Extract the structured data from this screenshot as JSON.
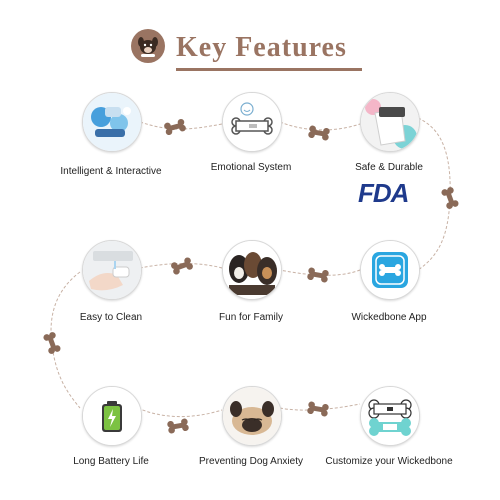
{
  "header": {
    "title": "Key Features"
  },
  "features": [
    {
      "label": "Intelligent & Interactive"
    },
    {
      "label": "Emotional System"
    },
    {
      "label": "Safe & Durable"
    },
    {
      "label": "Easy to Clean"
    },
    {
      "label": "Fun for Family"
    },
    {
      "label": "Wickedbone App"
    },
    {
      "label": "Long Battery Life"
    },
    {
      "label": "Preventing Dog Anxiety"
    },
    {
      "label": "Customize your Wickedbone"
    }
  ],
  "badge": {
    "text": "FDA"
  },
  "colors": {
    "accent": "#9a7462",
    "bone": "#8a6a58",
    "app_blue": "#2aa6e0",
    "battery_green": "#7cc242",
    "fda_blue": "#1f3a8c"
  }
}
